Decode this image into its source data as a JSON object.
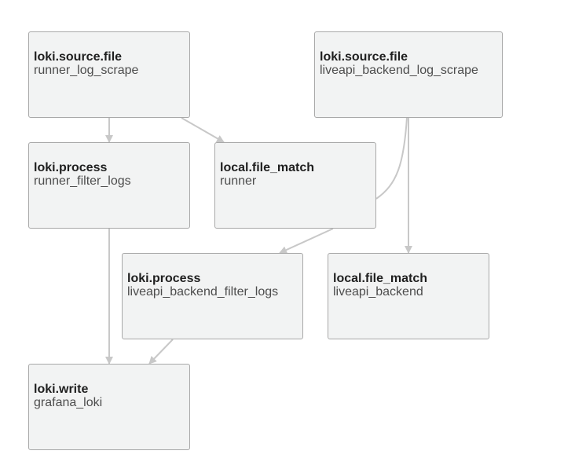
{
  "nodes": {
    "runner_log_scrape": {
      "type": "loki.source.file",
      "label": "runner_log_scrape"
    },
    "liveapi_backend_log_scrape": {
      "type": "loki.source.file",
      "label": "liveapi_backend_log_scrape"
    },
    "runner_filter_logs": {
      "type": "loki.process",
      "label": "runner_filter_logs"
    },
    "runner_file_match": {
      "type": "local.file_match",
      "label": "runner"
    },
    "liveapi_backend_filter_logs": {
      "type": "loki.process",
      "label": "liveapi_backend_filter_logs"
    },
    "liveapi_backend_file_match": {
      "type": "local.file_match",
      "label": "liveapi_backend"
    },
    "grafana_loki": {
      "type": "loki.write",
      "label": "grafana_loki"
    }
  },
  "edges": [
    {
      "from": "loki.source.file runner_log_scrape",
      "to": "loki.process runner_filter_logs"
    },
    {
      "from": "loki.source.file runner_log_scrape",
      "to": "local.file_match runner"
    },
    {
      "from": "loki.source.file liveapi_backend_log_scrape",
      "to": "loki.process liveapi_backend_filter_logs"
    },
    {
      "from": "loki.source.file liveapi_backend_log_scrape",
      "to": "local.file_match liveapi_backend"
    },
    {
      "from": "loki.process runner_filter_logs",
      "to": "loki.write grafana_loki"
    },
    {
      "from": "loki.process liveapi_backend_filter_logs",
      "to": "loki.write grafana_loki"
    }
  ],
  "colors": {
    "node_fill": "#f2f3f3",
    "node_border": "#a8a8a8",
    "edge": "#c8c8c8"
  }
}
